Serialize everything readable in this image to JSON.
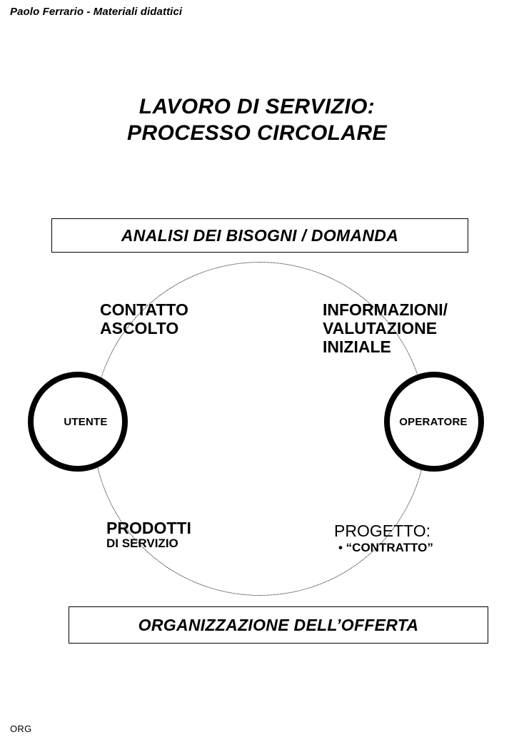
{
  "page": {
    "header": "Paolo Ferrario - Materiali didattici",
    "footer": "ORG",
    "background_color": "#ffffff",
    "ink_color": "#000000"
  },
  "title": {
    "line1": "LAVORO DI SERVIZIO:",
    "line2": "PROCESSO CIRCOLARE"
  },
  "banners": {
    "top": "ANALISI DEI BISOGNI / DOMANDA",
    "bottom": "ORGANIZZAZIONE DELL’OFFERTA"
  },
  "nodes": {
    "left": "UTENTE",
    "right": "OPERATORE"
  },
  "stages": {
    "contatto": {
      "line1": "CONTATTO",
      "line2": "ASCOLTO"
    },
    "informazioni": {
      "line1": "INFORMAZIONI/",
      "line2": "VALUTAZIONE",
      "line3": "INIZIALE"
    },
    "prodotti": {
      "main": "PRODOTTI",
      "sub": "DI SERVIZIO"
    },
    "progetto": {
      "main": "PROGETTO:",
      "sub": "• “CONTRATTO”"
    }
  }
}
